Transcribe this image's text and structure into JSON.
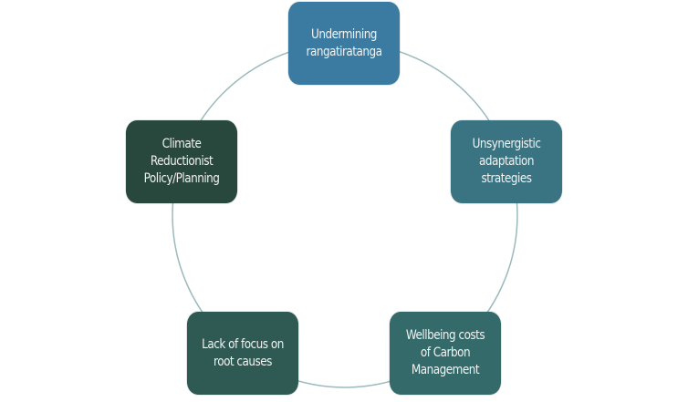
{
  "diagram": {
    "type": "cycle",
    "ring_color": "#9bb9bb",
    "nodes": [
      {
        "id": "undermining",
        "lines": [
          "Undermining",
          "rangatiratanga"
        ],
        "color": "#3b7ba1"
      },
      {
        "id": "unsynergistic",
        "lines": [
          "Unsynergistic",
          "adaptation",
          "strategies"
        ],
        "color": "#3a7482"
      },
      {
        "id": "wellbeing",
        "lines": [
          "Wellbeing costs",
          "of Carbon",
          "Management"
        ],
        "color": "#356a6a"
      },
      {
        "id": "lack-of-focus",
        "lines": [
          "Lack of focus on",
          "root causes"
        ],
        "color": "#2f5a53"
      },
      {
        "id": "climate-reductionist",
        "lines": [
          "Climate",
          "Reductionist",
          "Policy/Planning"
        ],
        "color": "#28473d"
      }
    ]
  }
}
